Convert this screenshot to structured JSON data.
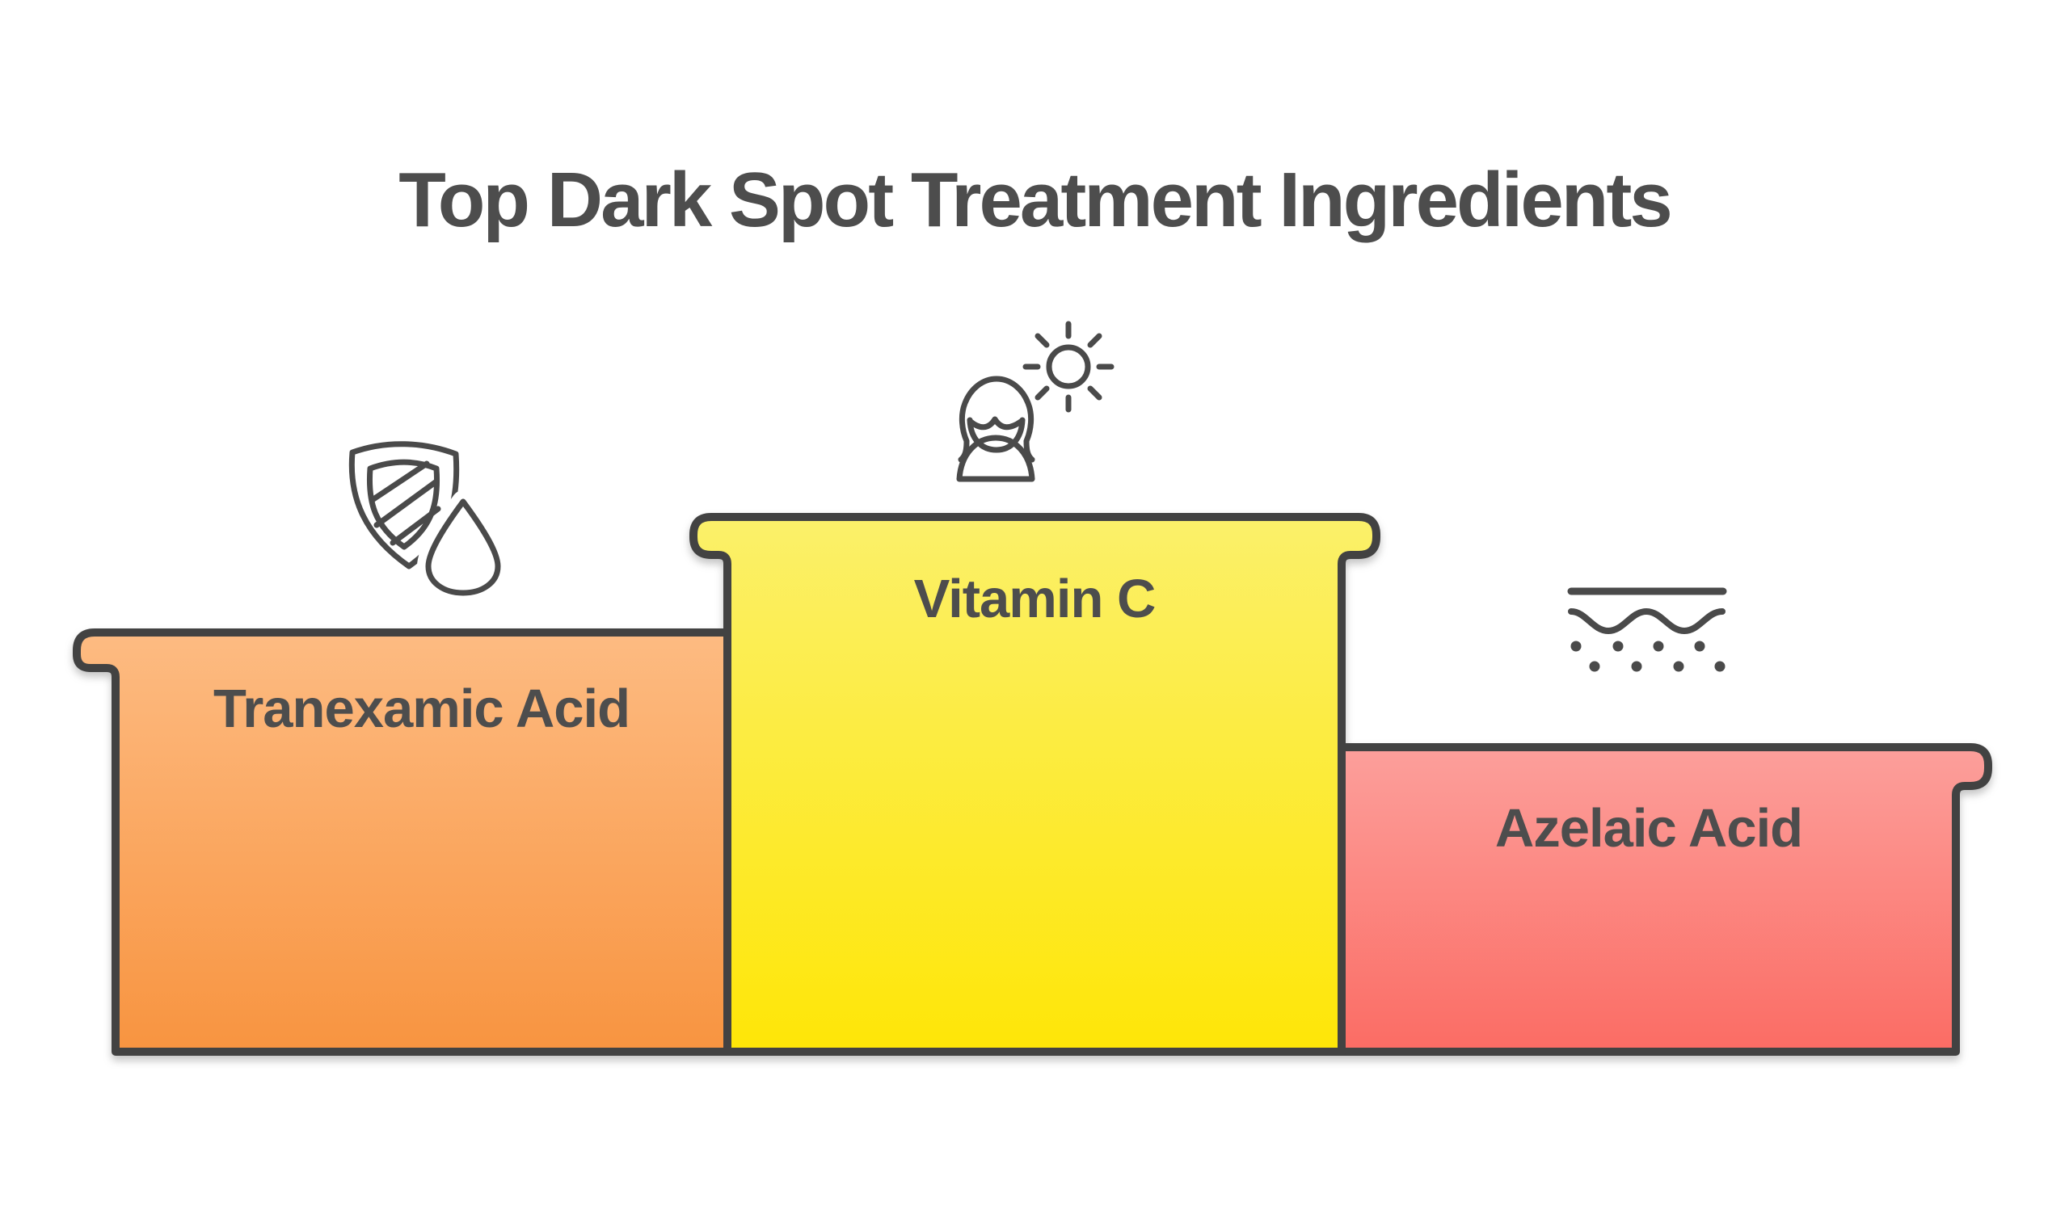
{
  "title": "Top Dark Spot Treatment Ingredients",
  "podium": {
    "items": [
      {
        "label": "Tranexamic Acid",
        "icon": "shield-drop-icon",
        "fill_top": "#FDBB82",
        "fill_bottom": "#F89440"
      },
      {
        "label": "Vitamin C",
        "icon": "woman-sun-icon",
        "fill_top": "#FBF06A",
        "fill_bottom": "#FEE607"
      },
      {
        "label": "Azelaic Acid",
        "icon": "skin-layers-icon",
        "fill_top": "#FC9F9B",
        "fill_bottom": "#FB6C64"
      }
    ]
  },
  "colors": {
    "outline": "#424242",
    "icon_stroke": "#4A4A4A",
    "text": "#4D4D4D",
    "background": "#FFFFFF"
  }
}
